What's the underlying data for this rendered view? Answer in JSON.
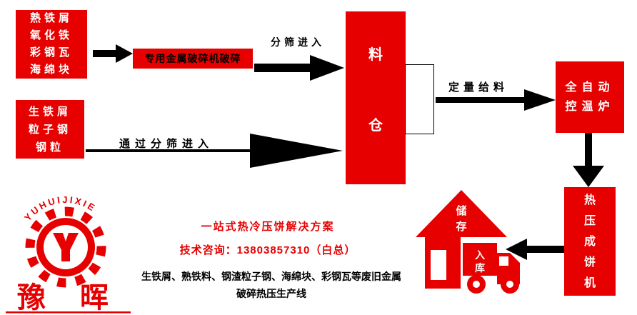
{
  "colors": {
    "red": "#e60000"
  },
  "flow": {
    "materials_group1": {
      "lines": [
        "熟铁屑",
        "氧化铁",
        "彩钢瓦",
        "海绵块"
      ]
    },
    "crusher_label": "专用金属破碎机破碎",
    "sieve_arrow_label": "分筛进入",
    "silo_chars": [
      "料",
      "仓"
    ],
    "materials_group2": {
      "lines": [
        "生铁屑",
        "粒子钢",
        "钢粒"
      ]
    },
    "through_sieve_label": "通过分筛进入",
    "feed_label": "定量给料",
    "furnace_lines": [
      "全自动",
      "控温炉"
    ],
    "press_chars": [
      "热",
      "压",
      "成",
      "饼",
      "机"
    ],
    "storage_chars": [
      "储",
      "存"
    ],
    "warehouse_chars": [
      "入",
      "库"
    ]
  },
  "logo": {
    "arc_text": "YUHUIJIXIE",
    "brand_chars": [
      "豫",
      "晖"
    ]
  },
  "footer": {
    "slogan": "一站式热冷压饼解决方案",
    "contact": "技术咨询：13803857310（白总）",
    "description_line1": "生铁屑、熟铁料、钢渣粒子钢、海绵块、彩钢瓦等废旧金属",
    "description_line2": "破碎热压生产线"
  }
}
